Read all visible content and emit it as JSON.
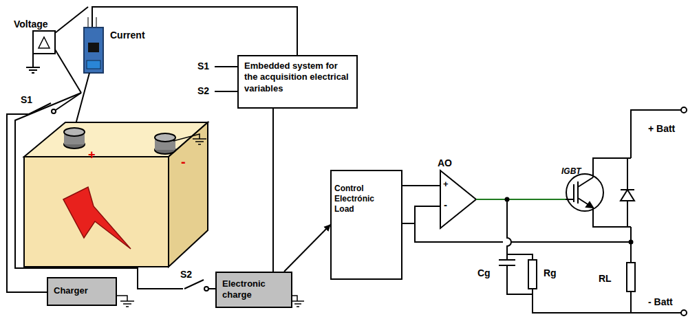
{
  "diagram": {
    "nodes": [
      {
        "text": [
          "Embedded system for the acquisition electrical variables"
        ]
      },
      {
        "text": [
          "Charger"
        ]
      },
      {
        "text": [
          "Electronic charge"
        ]
      },
      {
        "text": [
          "Control Electrónic Load"
        ]
      }
    ],
    "edges": [
      {
        "from": 0,
        "to": 2,
        "arrow": "none"
      },
      {
        "from": 2,
        "to": 3,
        "arrow": "to"
      }
    ],
    "labels": [
      "Voltage",
      "Current",
      "S1",
      "S2",
      "S1",
      "S2",
      "+",
      "-",
      "AO",
      "+",
      "-",
      "IGBT",
      "+ Batt",
      "Cg",
      "Rg",
      "RL",
      "- Batt"
    ]
  }
}
